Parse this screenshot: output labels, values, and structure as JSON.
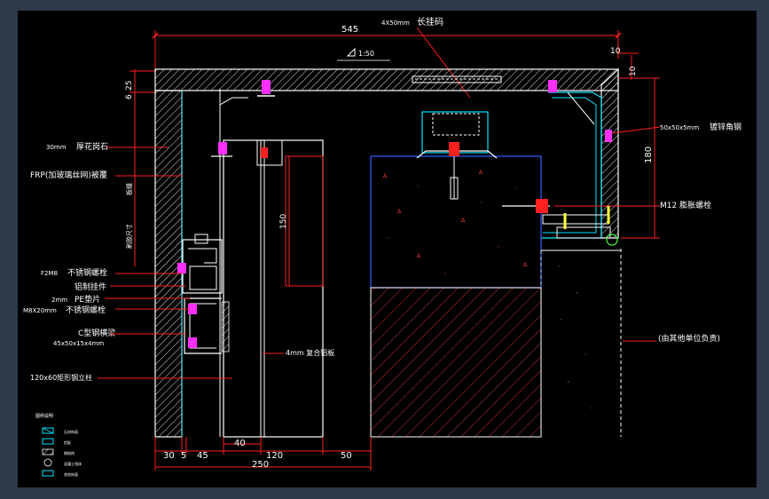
{
  "dims": {
    "top_total": "545",
    "top_right_small": "10",
    "right_small": "10",
    "left_top": "25",
    "left_second": "6",
    "right_height": "180",
    "mid_150": "150",
    "bottom_30": "30",
    "bottom_5": "5",
    "bottom_45": "45",
    "bottom_40": "40",
    "bottom_120": "120",
    "bottom_50": "50",
    "bottom_total": "250"
  },
  "labels": {
    "top_hook_size": "4X50mm",
    "top_hook": "长挂码",
    "scale": "1:50",
    "angle_size": "50x50x5mm",
    "angle_name": "镀锌角钢",
    "m12": "M12 膨胀螺栓",
    "granite_thk": "30mm",
    "granite": "厚花岗石",
    "frp": "FRP(加玻璃丝网)被覆",
    "left_vert_a": "板缝",
    "left_vert_b": "刷胶尺寸",
    "bolt_spec": "F2M8",
    "bolt": "不锈钢螺栓",
    "al_hook": "铝制挂件",
    "pad_thk": "2mm",
    "pad": "PE垫片",
    "m8_spec": "M8X20mm",
    "m8": "不锈钢螺栓",
    "c_beam": "C型钢横梁",
    "c_beam_spec": "45x50x15x4mm",
    "column": "120x60矩形钢立柱",
    "composite": "4mm 复合铝板",
    "others": "(由其他单位负责)",
    "legend_title": "图例说明",
    "legend": [
      "石材饰面",
      "铝板",
      "钢结构",
      "混凝土墙体",
      "其他饰面"
    ]
  },
  "colors": {
    "line": "#ffffff",
    "dim": "#ff2020",
    "accent": "#ff3030",
    "cyan": "#00e5ff",
    "blue": "#3060ff",
    "magenta": "#ff30ff",
    "yellow": "#ffff40",
    "green": "#40ff40"
  }
}
